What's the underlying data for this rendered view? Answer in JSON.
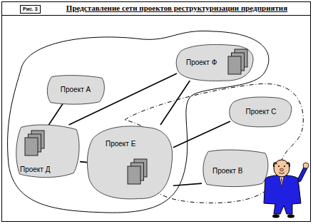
{
  "diagram": {
    "title": "Представление сети проектов реструктуризации предприятия",
    "nodes": [
      {
        "text": [
          "Проект Ф"
        ]
      },
      {
        "text": [
          "Проект А"
        ]
      },
      {
        "text": [
          "Проект С"
        ]
      },
      {
        "text": [
          "Проект Д"
        ]
      },
      {
        "text": [
          "Проект Е"
        ]
      },
      {
        "text": [
          "Проект В"
        ]
      }
    ],
    "edges": [
      {
        "from": 1,
        "to": 3,
        "arrow": "none"
      },
      {
        "from": 3,
        "to": 0,
        "arrow": "none"
      },
      {
        "from": 3,
        "to": 4,
        "arrow": "none"
      },
      {
        "from": 4,
        "to": 0,
        "arrow": "none"
      },
      {
        "from": 4,
        "to": 2,
        "arrow": "none"
      },
      {
        "from": 4,
        "to": 5,
        "arrow": "none"
      }
    ],
    "labels": [
      "Рис. 3"
    ]
  }
}
